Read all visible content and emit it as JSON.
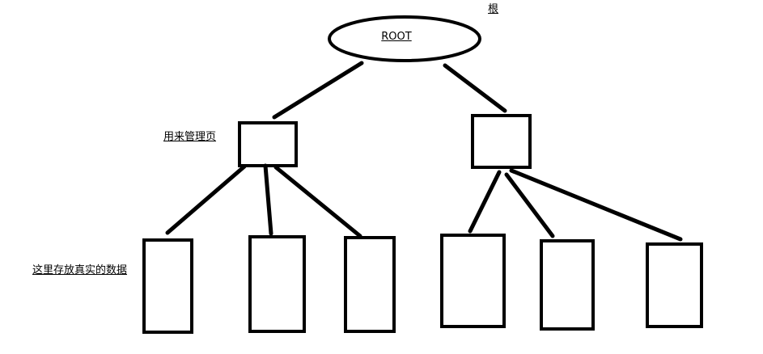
{
  "diagram": {
    "root_text": "ROOT",
    "root_note": "根",
    "internal_note": "用来管理页",
    "leaf_note": "这里存放真实的数据"
  },
  "colors": {
    "stroke": "#000000",
    "background": "#ffffff"
  }
}
